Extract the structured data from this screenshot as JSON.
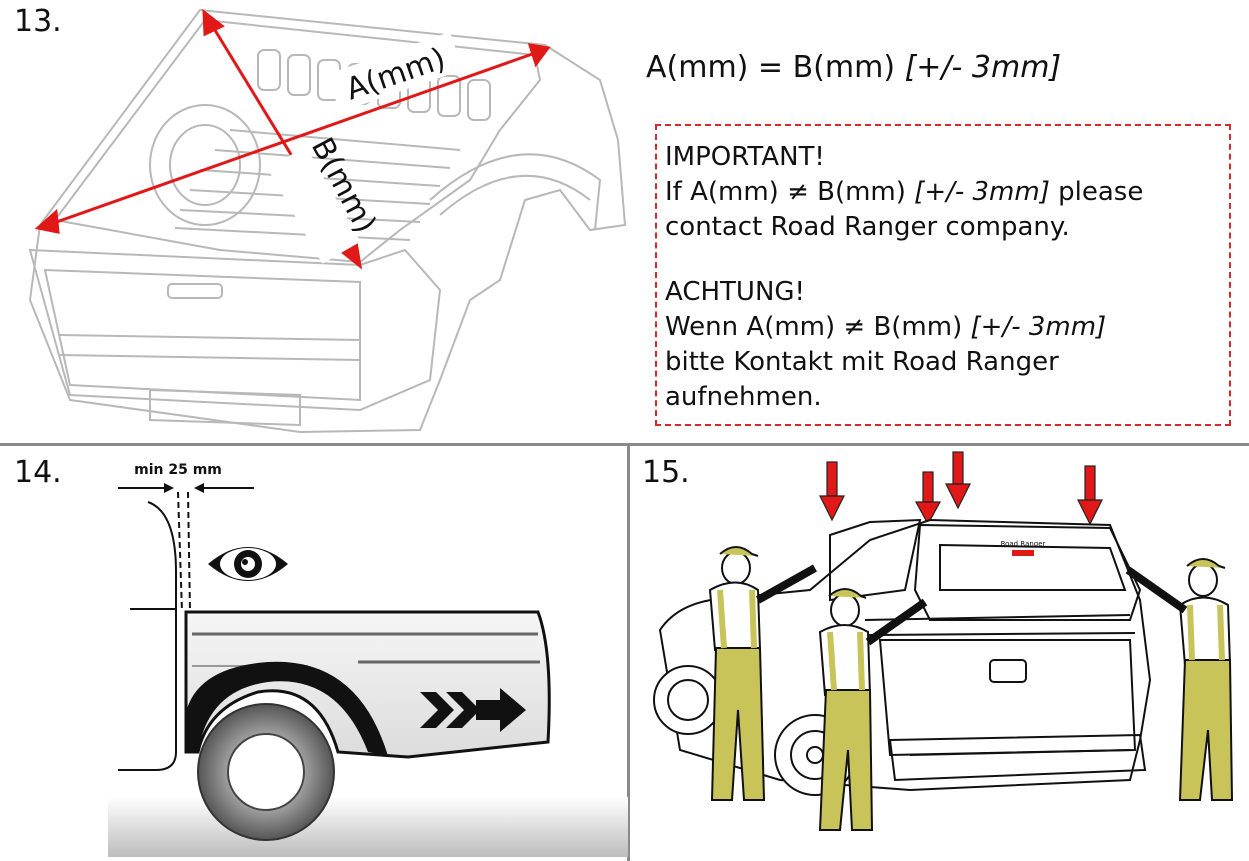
{
  "steps": {
    "s13": {
      "number": "13."
    },
    "s14": {
      "number": "14.",
      "min_label": "min 25 mm"
    },
    "s15": {
      "number": "15.",
      "brand_label": "Road Ranger"
    }
  },
  "formula": {
    "main": "A(mm) = B(mm)",
    "tolerance": "[+/- 3mm]"
  },
  "diagram": {
    "label_a": "A(mm)",
    "label_b": "B(mm)"
  },
  "warning": {
    "en_title": "IMPORTANT!",
    "en_prefix": "If A(mm) ≠ B(mm)",
    "en_tolerance": "[+/- 3mm]",
    "en_suffix": "please",
    "en_line2": "contact Road Ranger company.",
    "de_title": "ACHTUNG!",
    "de_prefix": "Wenn A(mm) ≠ B(mm)",
    "de_tolerance": "[+/- 3mm]",
    "de_line2": "bitte Kontakt mit Road Ranger",
    "de_line3": "aufnehmen."
  },
  "colors": {
    "arrow_red": "#e01818",
    "worker_yellow": "#c9c45a",
    "border_red": "#d42a2a"
  }
}
